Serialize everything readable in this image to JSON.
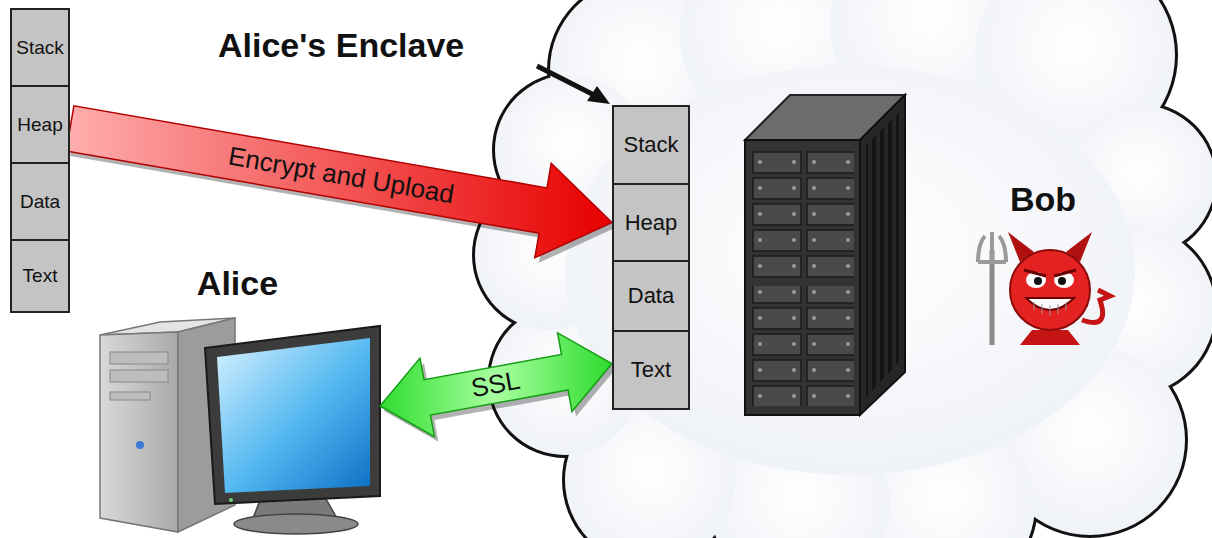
{
  "diagram": {
    "nodes": [
      {
        "text": [
          "Stack"
        ]
      },
      {
        "text": [
          "Heap"
        ]
      },
      {
        "text": [
          "Data"
        ]
      },
      {
        "text": [
          "Text"
        ]
      },
      {
        "text": [
          "Stack"
        ]
      },
      {
        "text": [
          "Heap"
        ]
      },
      {
        "text": [
          "Data"
        ]
      },
      {
        "text": [
          "Text"
        ]
      },
      {
        "text": [
          "Alice"
        ]
      }
    ],
    "edges": [
      {
        "from": 1,
        "to": 5,
        "label": "Encrypt and Upload",
        "arrow": "to"
      },
      {
        "from": 8,
        "to": 7,
        "label": "SSL",
        "arrow": "both"
      }
    ],
    "labels": [
      "Alice's Enclave",
      "Bob"
    ]
  }
}
